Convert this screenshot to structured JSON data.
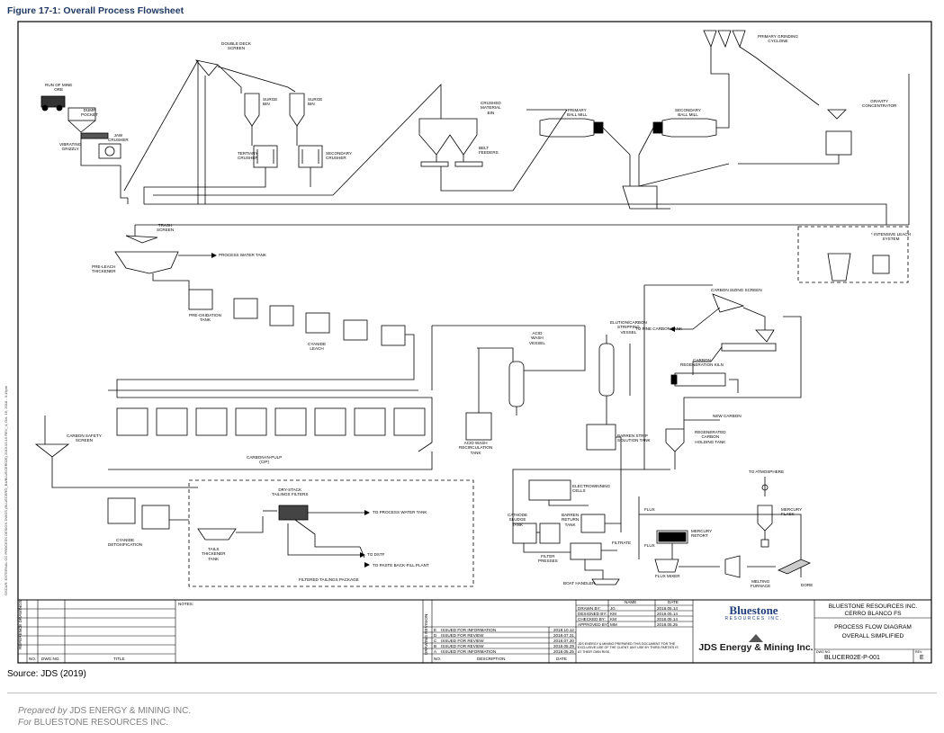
{
  "figure_title": "Figure 17-1: Overall Process Flowsheet",
  "source": "Source: JDS (2019)",
  "footer": {
    "prepared_prefix": "Prepared by",
    "prepared_by": "JDS ENERGY & MINING INC.",
    "for_prefix": "For",
    "for_client": "BLUESTONE RESOURCES INC."
  },
  "labels": {
    "run_of_mine": [
      "RUN OF MINE",
      "ORE"
    ],
    "dump_pocket": [
      "DUMP",
      "POCKET"
    ],
    "vibrating_grizzly": [
      "VIBRATING",
      "GRIZZLY"
    ],
    "jaw_crusher": [
      "JAW",
      "CRUSHER"
    ],
    "double_deck_screen": [
      "DOUBLE DECK",
      "SCREEN"
    ],
    "surge_bin_1": [
      "SURGE",
      "BIN"
    ],
    "surge_bin_2": [
      "SURGE",
      "BIN"
    ],
    "tertiary_crusher": [
      "TERTIARY",
      "CRUSHER"
    ],
    "secondary_crusher": [
      "SECONDARY",
      "CRUSHER"
    ],
    "crushed_material_bin": [
      "CRUSHED",
      "MATERIAL",
      "BIN"
    ],
    "belt_feeders": [
      "BELT",
      "FEEDERS"
    ],
    "primary_ball_mill": [
      "PRIMARY",
      "BALL MILL"
    ],
    "secondary_ball_mill": [
      "SECONDARY",
      "BALL MILL"
    ],
    "primary_grinding_cyclone": [
      "PRIMARY GRINDING",
      "CYCLONE"
    ],
    "gravity_concentrator": [
      "GRAVITY",
      "CONCENTRATOR"
    ],
    "intensive_leach": [
      "* INTENSIVE LEACH",
      "SYSTEM"
    ],
    "trash_screen": [
      "TRASH",
      "SCREEN"
    ],
    "pre_leach_thickener": [
      "PRE-LEACH",
      "THICKENER"
    ],
    "process_water_tank": "PROCESS WATER TANK",
    "pre_oxidation_tank": [
      "PRE-OXIDATION",
      "TANK"
    ],
    "cyanide_leach": [
      "CYANIDE",
      "LEACH"
    ],
    "carbon_in_pulp": [
      "CARBON-IN-PULP",
      "(CIP)"
    ],
    "carbon_safety_screen": [
      "CARBON SAFETY",
      "SCREEN"
    ],
    "acid_wash_vessel": [
      "ACID",
      "WASH",
      "VESSEL"
    ],
    "acid_wash_recirc": [
      "ACID WASH",
      "RECIRCULATION",
      "TANK"
    ],
    "elution_vessel": [
      "ELUTION/CARBON",
      "STRIPPING",
      "VESSEL"
    ],
    "barren_strip_tank": [
      "BARREN STRIP",
      "SOLUTION TANK"
    ],
    "carbon_sizing_screen": "CARBON SIZING SCREEN",
    "to_fine_carbon_tank": "TO FINE CARBON TANK",
    "carbon_regen_kiln": [
      "CARBON",
      "REGENERATION KILN"
    ],
    "new_carbon": "NEW CARBON",
    "regen_carbon_tank": [
      "REGENERATED",
      "CARBON",
      "HOLDING TANK"
    ],
    "electrowinning_cells": [
      "ELECTROWINNING",
      "CELLS"
    ],
    "cathode_sludge_tank": [
      "CATHODE",
      "SLUDGE",
      "TANK"
    ],
    "barren_return_tank": [
      "BARREN",
      "RETURN",
      "TANK"
    ],
    "filter_presses": [
      "FILTER",
      "PRESSES"
    ],
    "filtrate": "FILTRATE",
    "boat_handler": "BOAT HANDLER",
    "flux": "FLUX",
    "flux_mixer": "FLUX MIXER",
    "mercury_retort": [
      "MERCURY",
      "RETORT"
    ],
    "to_atmosphere": "TO ATMOSPHERE",
    "mercury_flask": [
      "MERCURY",
      "FLASK"
    ],
    "melting_furnace": [
      "MELTING",
      "FURNACE"
    ],
    "dore": "DORE",
    "cyanide_detox": [
      "CYANIDE",
      "DETOXIFICATION"
    ],
    "tails_thickener": [
      "TAILS",
      "THICKENER",
      "TANK"
    ],
    "dry_stack_filters": [
      "DRY-STACK",
      "TAILINGS FILTERS"
    ],
    "to_process_water_tank": "TO PROCESS WATER TANK",
    "to_dstf": "TO DSTF",
    "to_paste": "TO PASTE BACK-FILL PLANT",
    "filtered_tailings_package": "FILTERED TAILINGS PACKAGE"
  },
  "side_text": "OSCAR: EXTERNAL CC PROCESS DESIGN DWGS (BLUECERO_B4/BLUECER02E) 2019.03.15 REV_4, Oct. 16, 2018 - 3:19pm",
  "title_block": {
    "notes_label": "NOTES:",
    "ref_drawings_label": "REFERENCE DRAWINGS",
    "ref_cols": [
      "NO.",
      "DWG.NO.",
      "TITLE"
    ],
    "revision_label": "DRAWING REVISION",
    "rev_cols": [
      "NO.",
      "DESCRIPTION",
      "DATE"
    ],
    "revisions": [
      {
        "no": "E",
        "desc": "ISSUED FOR INFORMATION",
        "date": "2018.10.12"
      },
      {
        "no": "D",
        "desc": "ISSUED FOR REVIEW",
        "date": "2018.07.31"
      },
      {
        "no": "C",
        "desc": "ISSUED FOR REVIEW",
        "date": "2018.07.20"
      },
      {
        "no": "B",
        "desc": "ISSUED FOR REVIEW",
        "date": "2018.05.29"
      },
      {
        "no": "A",
        "desc": "ISSUED FOR INFORMATION",
        "date": "2018.05.25"
      }
    ],
    "sign_cols": [
      "NAME",
      "DATE"
    ],
    "signoffs": [
      {
        "role": "DRAWN BY:",
        "name": "JG",
        "date": "2018.05.14"
      },
      {
        "role": "DESIGNED BY:",
        "name": "KM",
        "date": "2018.05.14"
      },
      {
        "role": "CHECKED BY:",
        "name": "KM",
        "date": "2018.05.14"
      },
      {
        "role": "APPROVED BY:",
        "name": "MM",
        "date": "2018.05.25"
      }
    ],
    "disclaimer": [
      "JDS ENERGY & MINING PREPARED THIS DOCUMENT FOR THE",
      "EXCLUSIVE USE OF THE CLIENT. ANY USE BY THIRD PARTIES IS",
      "AT THEIR OWN RISK."
    ],
    "bluestone_logo": "Bluestone",
    "bluestone_sub": "RESOURCES INC.",
    "jds_logo": "JDS Energy & Mining Inc.",
    "client": "BLUESTONE RESOURCES INC.",
    "project": "CERRO BLANCO FS",
    "dwg_title_1": "PROCESS FLOW DIAGRAM",
    "dwg_title_2": "OVERALL SIMPLIFIED",
    "dwg_no_label": "DWG NO.",
    "dwg_no": "BLUCER02E-P-001",
    "rev_label": "REV.",
    "rev": "E"
  }
}
